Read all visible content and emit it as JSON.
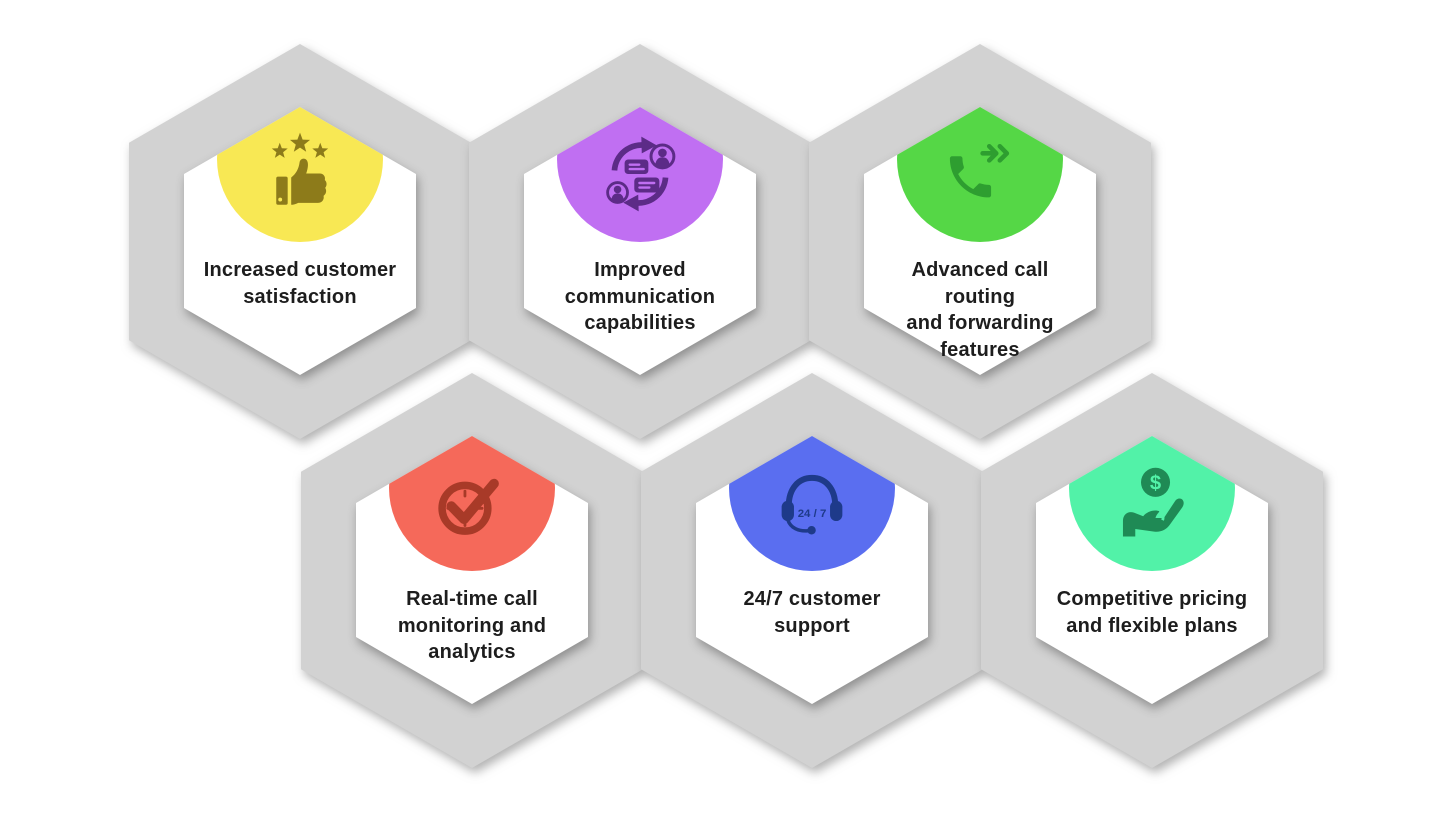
{
  "background": "#ffffff",
  "hex_color": "#d2d2d2",
  "label_color": "#1d1d1d",
  "cards": [
    {
      "label": "Increased customer satisfaction",
      "lines": [
        "Increased customer",
        "satisfaction"
      ],
      "icon": "stars-thumbs-up-icon",
      "circle_color": "#f8e854",
      "icon_color": "#8d7b1a"
    },
    {
      "label": "Improved communication capabilities",
      "lines": [
        "Improved",
        "communication",
        "capabilities"
      ],
      "icon": "communication-exchange-icon",
      "circle_color": "#c06ff2",
      "icon_color": "#5c2b87"
    },
    {
      "label": "Advanced call routing and forwarding features",
      "lines": [
        "Advanced call routing",
        "and forwarding",
        "features"
      ],
      "icon": "phone-forward-icon",
      "circle_color": "#55d746",
      "icon_color": "#2e9e30"
    },
    {
      "label": "Real-time call monitoring and analytics",
      "lines": [
        "Real-time call",
        "monitoring and",
        "analytics"
      ],
      "icon": "clock-checkmark-icon",
      "circle_color": "#f5695a",
      "icon_color": "#a83a28"
    },
    {
      "label": "24/7 customer support",
      "lines": [
        "24/7 customer",
        "support"
      ],
      "icon": "headset-24-7-icon",
      "icon_text": "24 / 7",
      "circle_color": "#5a6ef0",
      "icon_color": "#1e3a8a"
    },
    {
      "label": "Competitive pricing and flexible plans",
      "lines": [
        "Competitive pricing",
        "and flexible plans"
      ],
      "icon": "hand-dollar-icon",
      "icon_text": "$",
      "circle_color": "#52f2a8",
      "icon_color": "#1f8a55"
    }
  ]
}
